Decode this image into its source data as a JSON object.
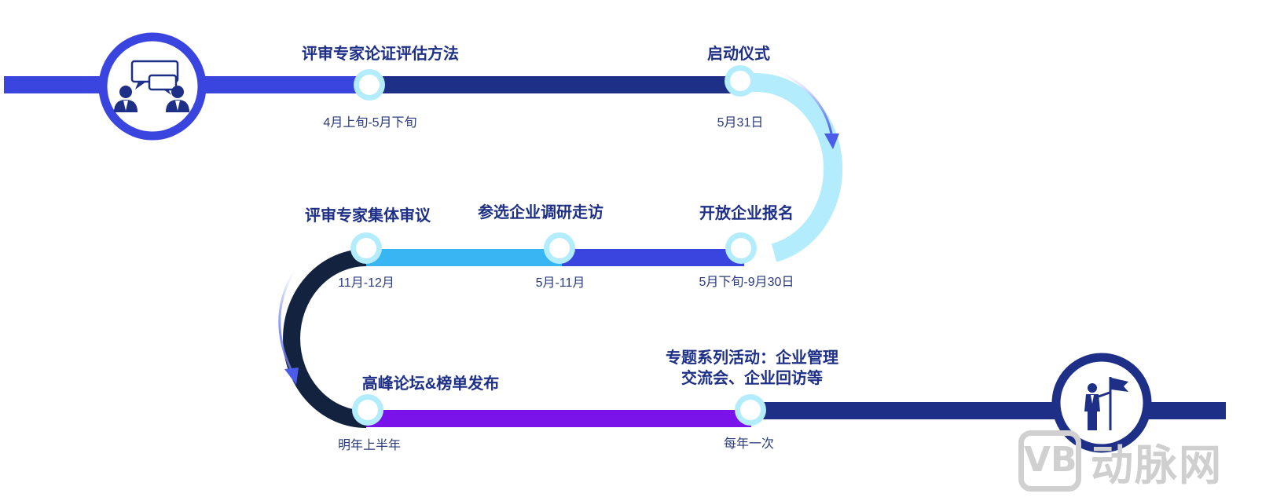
{
  "colors": {
    "line_blue": "#3a45e0",
    "line_navy": "#1d2f86",
    "line_light": "#b3ecfd",
    "line_sky": "#38b6f3",
    "line_dark": "#13223f",
    "line_purple": "#7a12ea",
    "text_title": "#1d2f86",
    "text_date": "#2a3a7a"
  },
  "milestones": [
    {
      "title": "评审专家论证评估方法",
      "date": "4月上旬-5月下旬"
    },
    {
      "title": "启动仪式",
      "date": "5月31日"
    },
    {
      "title": "开放企业报名",
      "date": "5月下旬-9月30日"
    },
    {
      "title": "参选企业调研走访",
      "date": "5月-11月"
    },
    {
      "title": "评审专家集体审议",
      "date": "11月-12月"
    },
    {
      "title": "高峰论坛&榜单发布",
      "date": "明年上半年"
    },
    {
      "title": "专题系列活动：企业管理交流会、企业回访等",
      "date": "每年一次"
    }
  ],
  "icons": {
    "start": "discussion-people-icon",
    "end": "businessman-flag-icon"
  },
  "watermark": {
    "logo": "VB",
    "text": "动脉网"
  }
}
